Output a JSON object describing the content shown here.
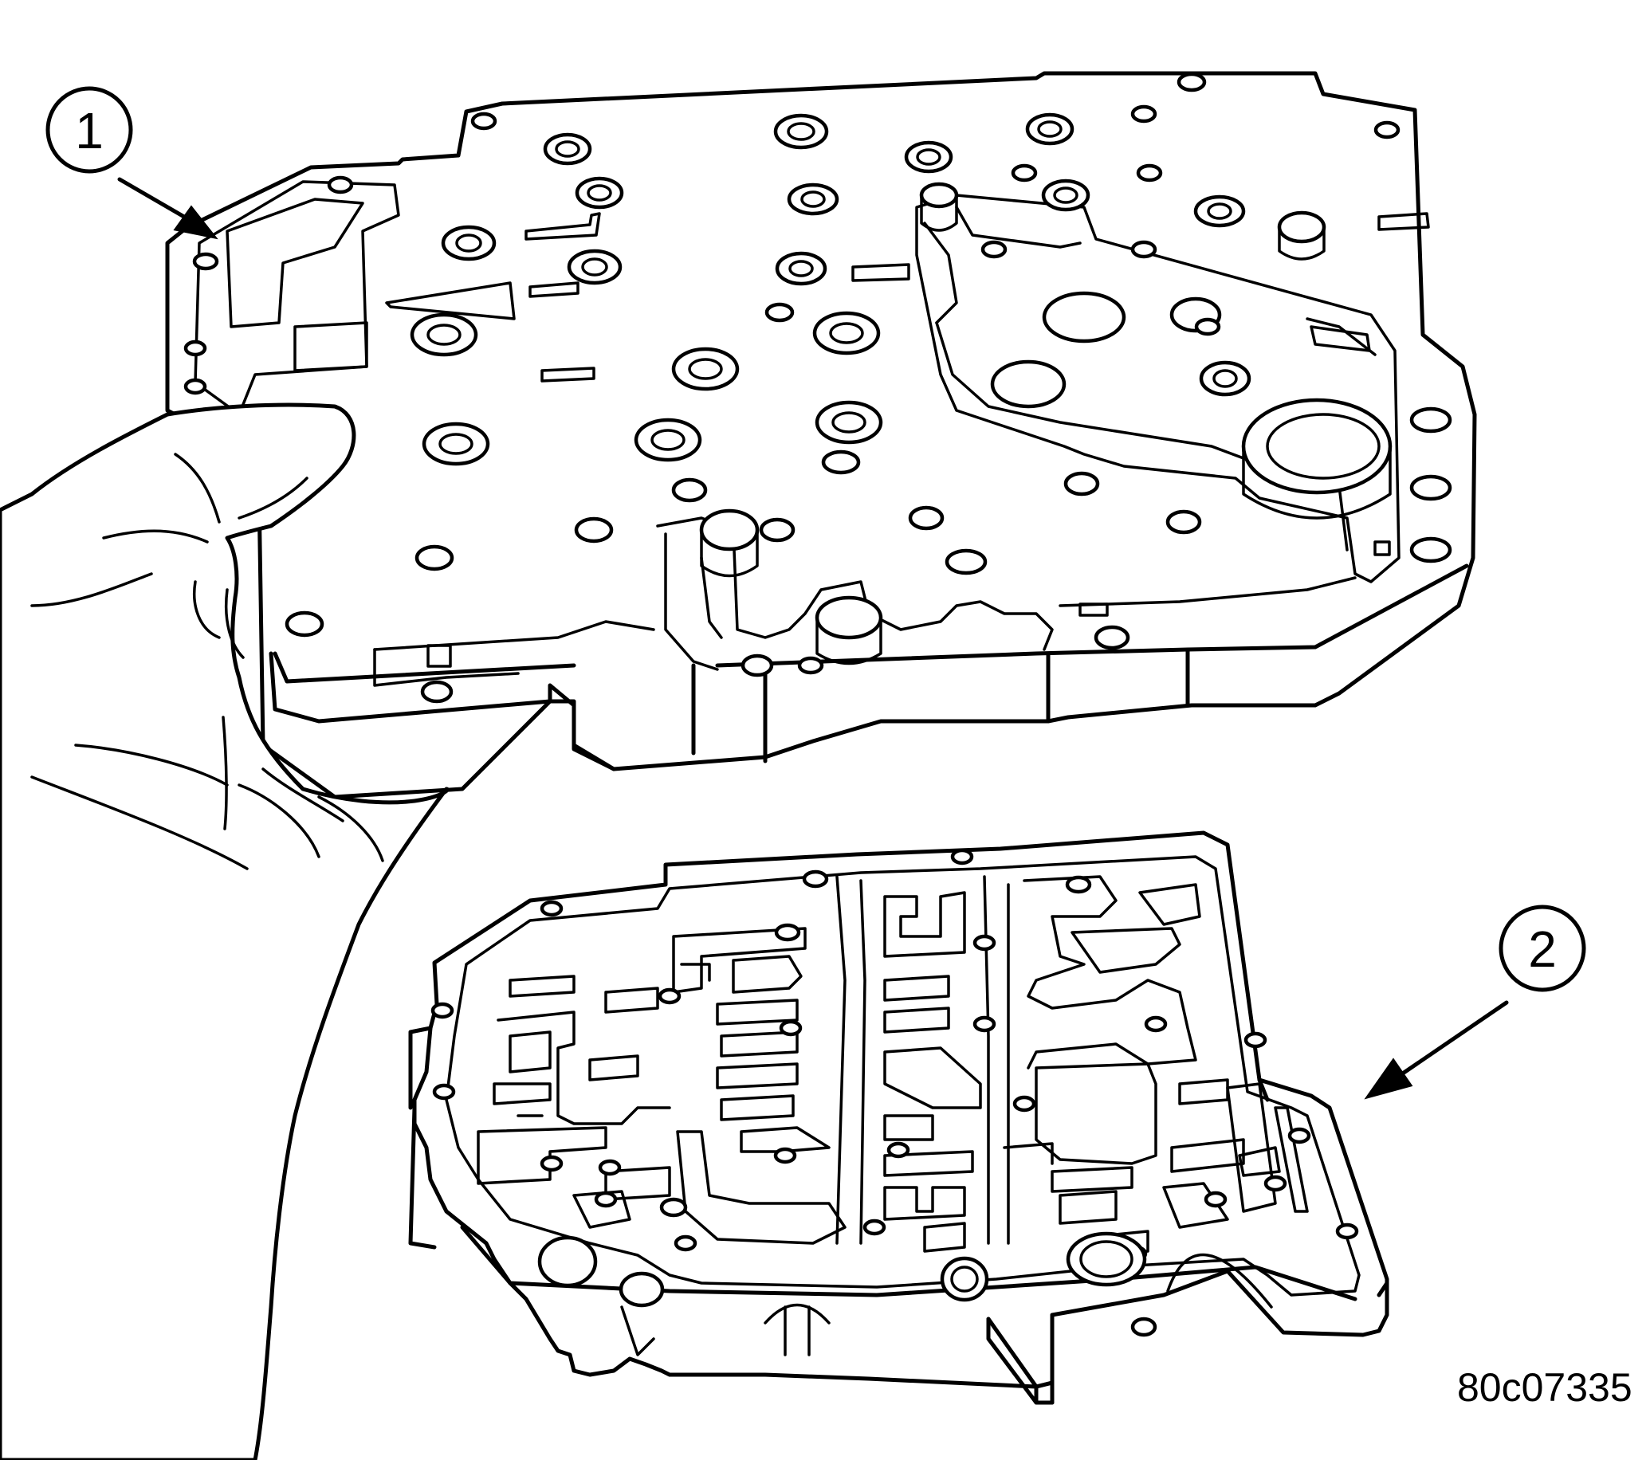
{
  "callouts": [
    {
      "id": "callout-1",
      "label": "1"
    },
    {
      "id": "callout-2",
      "label": "2"
    }
  ],
  "figure_id": "80c07335",
  "colors": {
    "line": "#000000",
    "background": "#ffffff"
  }
}
